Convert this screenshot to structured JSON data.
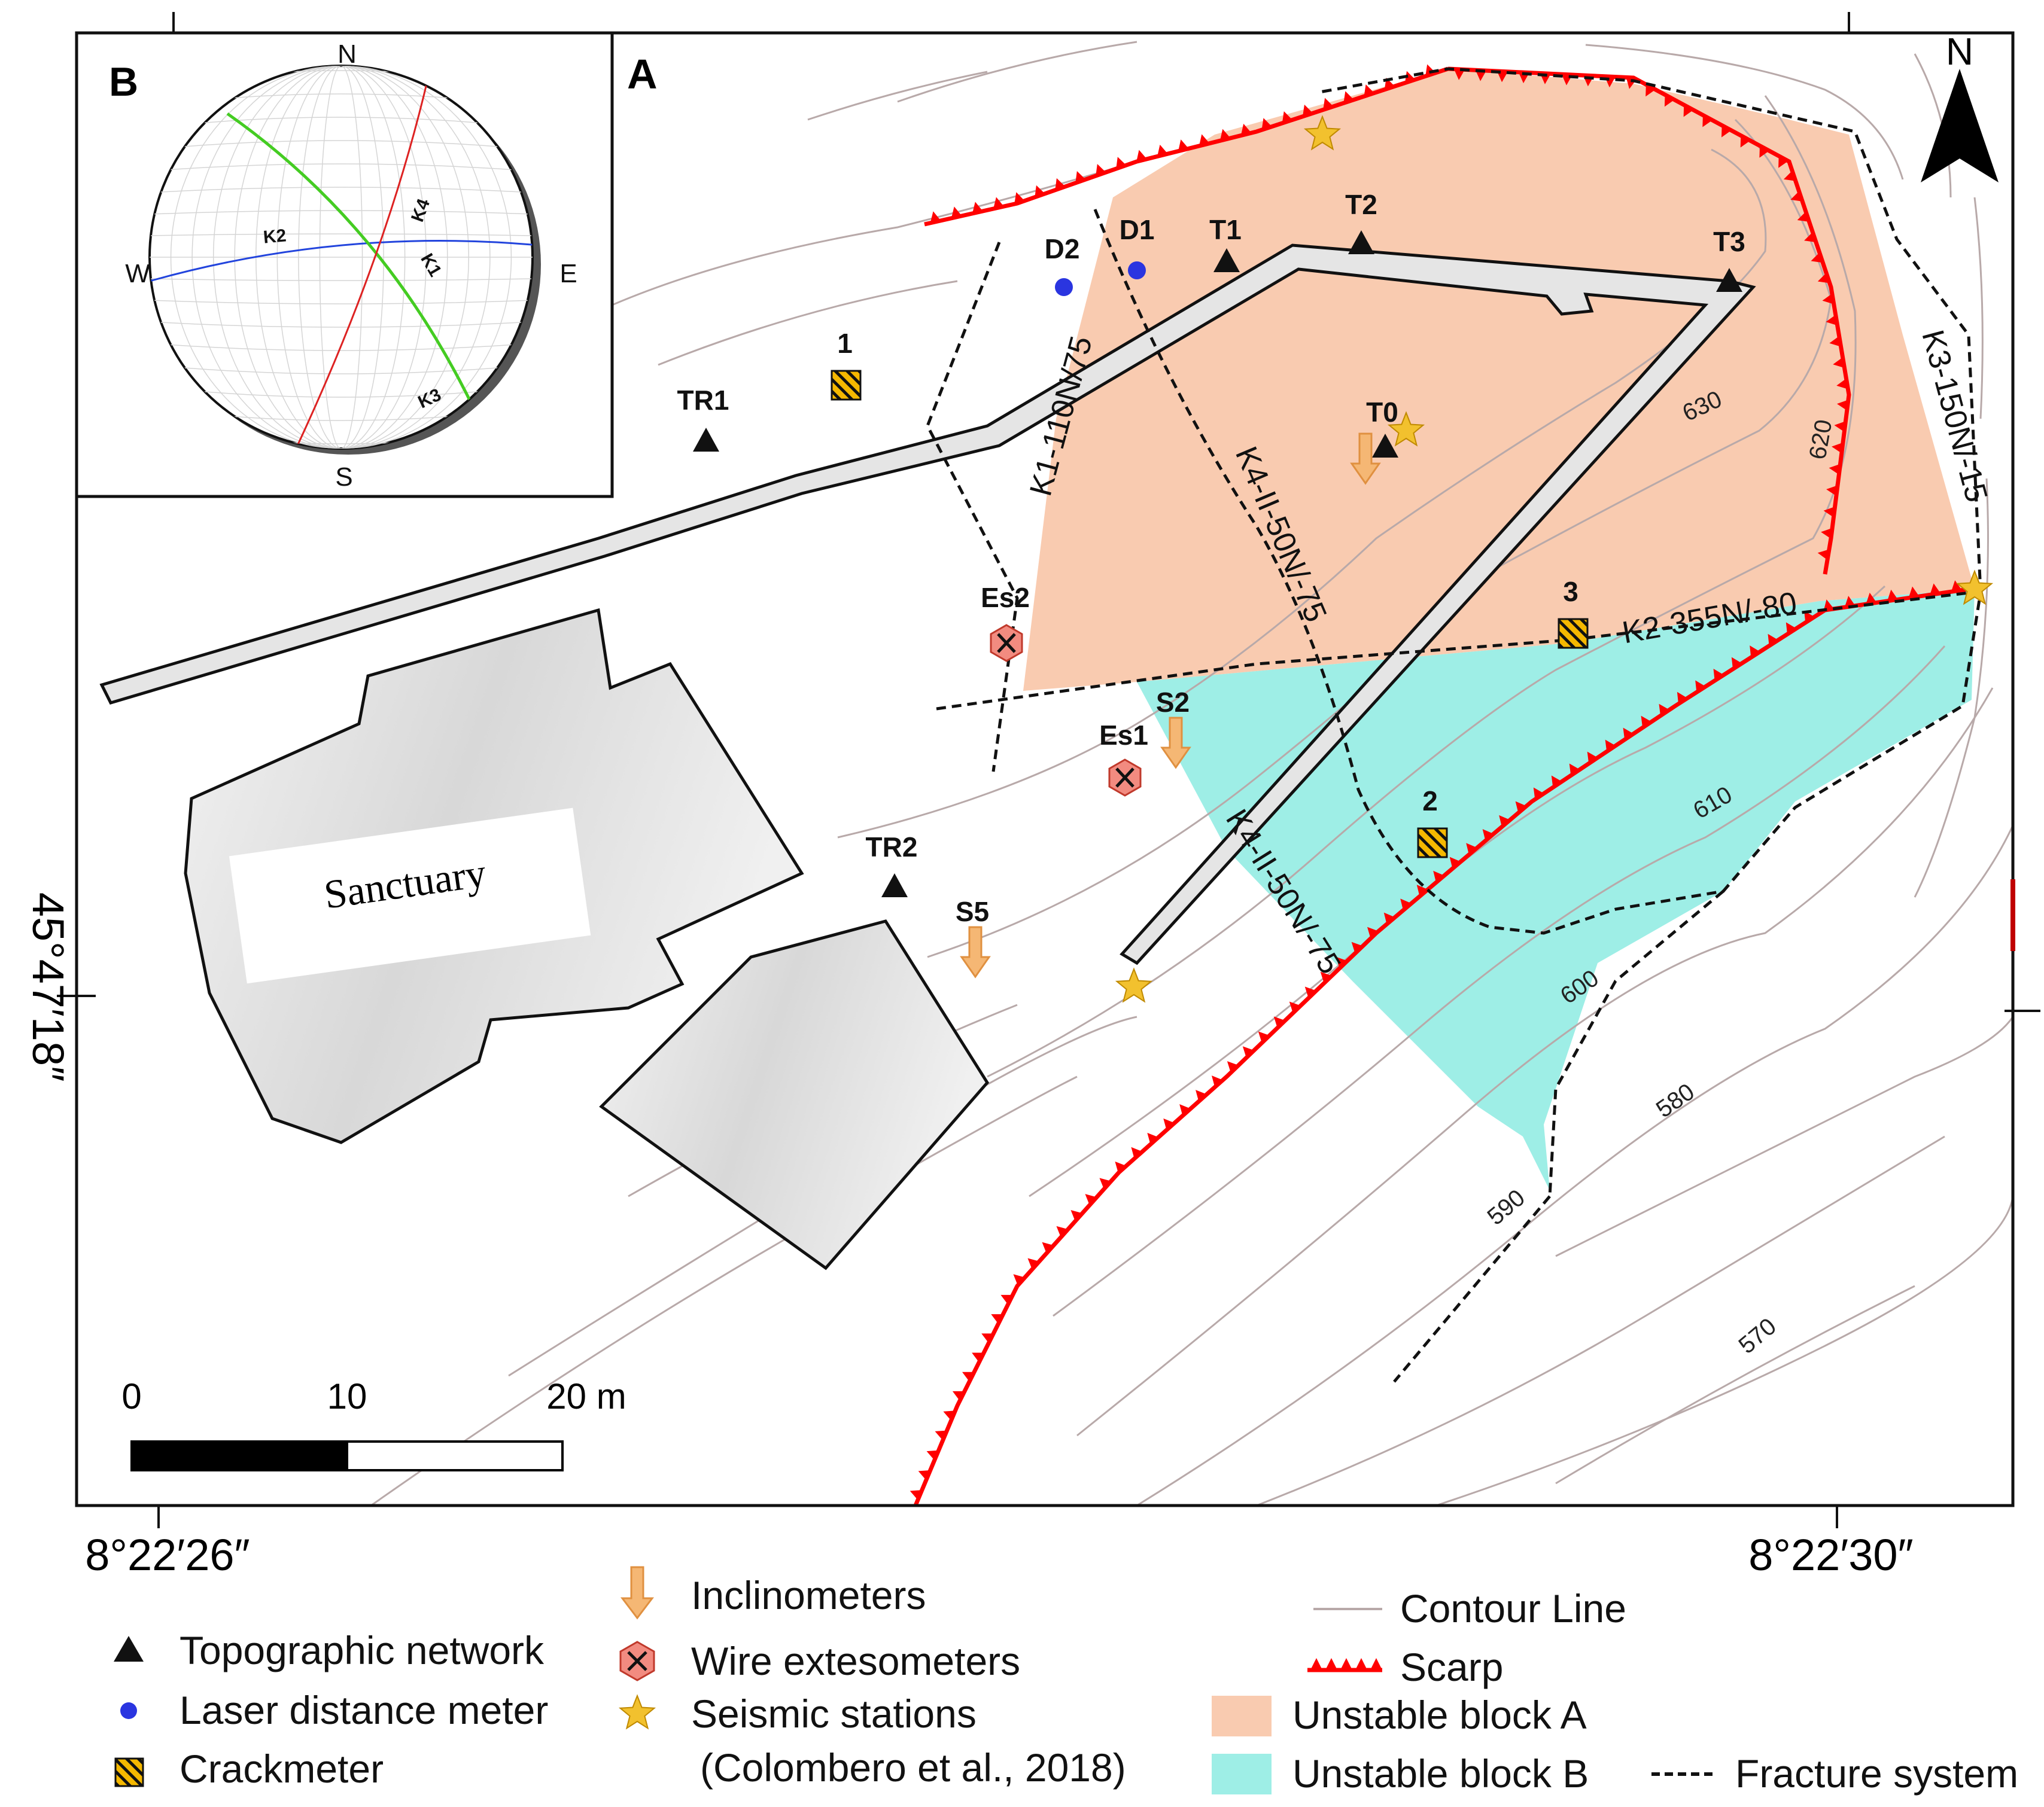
{
  "panel_a_label": "A",
  "panel_b_label": "B",
  "north_label": "N",
  "coords": {
    "lon_left": "8°22′26″",
    "lon_right": "8°22′30″",
    "lat": "45°47′18″"
  },
  "building_label": "Sanctuary",
  "scale_bar": {
    "label_0": "0",
    "label_10": "10",
    "label_20": "20 m"
  },
  "stations": {
    "T1": "T1",
    "T2": "T2",
    "T3": "T3",
    "T0": "T0",
    "TR1": "TR1",
    "TR2": "TR2",
    "D1": "D1",
    "D2": "D2",
    "Es1": "Es1",
    "Es2": "Es2",
    "S2": "S2",
    "S5": "S5",
    "C1": "1",
    "C2": "2",
    "C3": "3"
  },
  "fractures": {
    "K1": "K1-110N/75",
    "K2": "K2-355N/-80",
    "K3": "K3-150N/-15",
    "K4a": "K4-II-50N/-75",
    "K4b": "K4-II-50N/-75"
  },
  "contours": {
    "c630": "630",
    "c620": "620",
    "c610": "610",
    "c600": "600",
    "c590": "590",
    "c580": "580",
    "c570": "570"
  },
  "stereonet": {
    "N": "N",
    "S": "S",
    "E": "E",
    "W": "W",
    "K1": "K1",
    "K2": "K2",
    "K3": "K3",
    "K4": "K4"
  },
  "legend": {
    "topographic": "Topographic network",
    "laser": "Laser distance meter",
    "crackmeter": "Crackmeter",
    "inclinometers": "Inclinometers",
    "wire": "Wire extesometers",
    "seismic": "Seismic stations",
    "seismic_ref": "(Colombero et al., 2018)",
    "contour": "Contour Line",
    "scarp": "Scarp",
    "block_a": "Unstable block A",
    "block_b": "Unstable block B",
    "fracture": "Fracture system"
  },
  "colors": {
    "block_a": "#f9cbb0",
    "block_b": "#9eeee6",
    "scarp": "#ff0000",
    "contour": "#b8a9a9",
    "seismic": "#f2c12e",
    "inclinometer": "#f5b774",
    "crackmeter": "#f5b800",
    "laser": "#2a35e0",
    "wire": "#f28b80",
    "stereo_K1": "#1a5fff",
    "stereo_K2": "#2244dd",
    "stereo_K3": "#44cc22",
    "stereo_K4": "#dd2222"
  }
}
